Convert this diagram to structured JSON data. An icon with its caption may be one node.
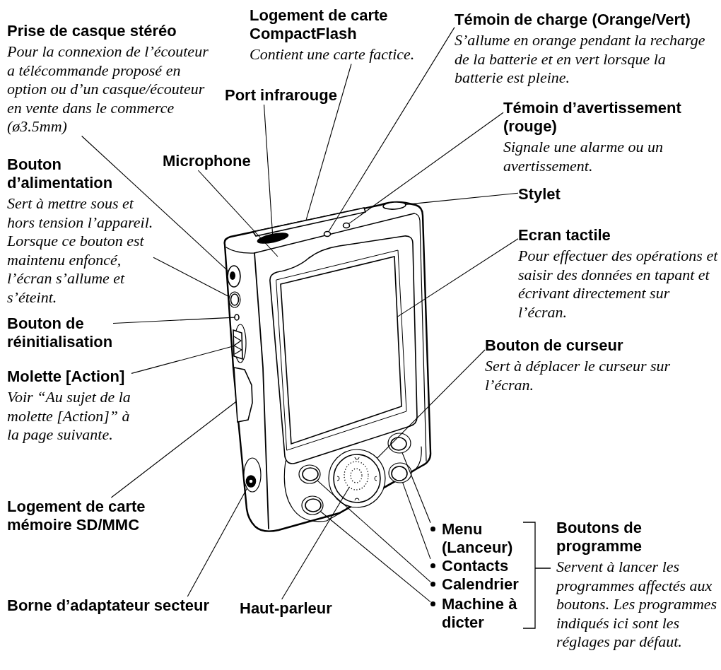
{
  "diagram": {
    "nodes": [
      {
        "text": [
          "Logement de carte CompactFlash",
          "Contient une carte factice."
        ]
      },
      {
        "text": [
          "Témoin de charge (Orange/Vert)",
          "S’allume en orange pendant la recharge de la batterie et en vert lorsque la batterie est pleine."
        ]
      },
      {
        "text": [
          "Prise de casque stéréo",
          "Pour la connexion de l’écouteur a télécommande proposé en option ou d’un casque/écouteur en vente dans le commerce (ø3.5mm)"
        ]
      },
      {
        "text": [
          "Port infrarouge"
        ]
      },
      {
        "text": [
          "Témoin d’avertissement (rouge)",
          "Signale une alarme ou un avertissement."
        ]
      },
      {
        "text": [
          "Bouton d’alimentation",
          "Sert à mettre sous et hors tension l’appareil. Lorsque ce bouton est maintenu enfoncé, l’écran s’allume et s’éteint."
        ]
      },
      {
        "text": [
          "Microphone"
        ]
      },
      {
        "text": [
          "Stylet"
        ]
      },
      {
        "text": [
          "Ecran tactile",
          "Pour effectuer des opérations et saisir des données en tapant et écrivant directement sur l’écran."
        ]
      },
      {
        "text": [
          "Bouton de réinitialisation"
        ]
      },
      {
        "text": [
          "Molette [Action]",
          "Voir “Au sujet de la molette [Action]” à la page suivante."
        ]
      },
      {
        "text": [
          "Bouton de curseur",
          "Sert à déplacer le curseur sur l’écran."
        ]
      },
      {
        "text": [
          "Logement de carte mémoire SD/MMC"
        ]
      },
      {
        "text": [
          "Menu (Lanceur)"
        ]
      },
      {
        "text": [
          "Boutons de programme",
          "Servent à lancer les programmes affectés aux boutons. Les programmes indiqués ici sont les réglages par défaut."
        ]
      },
      {
        "text": [
          "Contacts"
        ]
      },
      {
        "text": [
          "Calendrier"
        ]
      },
      {
        "text": [
          "Machine à dicter"
        ]
      },
      {
        "text": [
          "Borne d’adaptateur secteur"
        ]
      },
      {
        "text": [
          "Haut-parleur"
        ]
      },
      {
        "text": [],
        "shape": "bar"
      },
      {
        "text": [],
        "shape": "circle"
      },
      {
        "text": [],
        "shape": "circle"
      },
      {
        "text": [],
        "shape": "circle"
      },
      {
        "text": [],
        "shape": "circle"
      },
      {
        "text": [],
        "shape": "circle"
      },
      {
        "text": [],
        "shape": "circle"
      },
      {
        "text": [],
        "shape": "box"
      },
      {
        "text": [],
        "shape": "circle"
      },
      {
        "text": [],
        "shape": "box"
      },
      {
        "text": [],
        "shape": "circle"
      },
      {
        "text": [],
        "shape": "box"
      },
      {
        "text": [],
        "shape": "circle"
      },
      {
        "text": [],
        "shape": "circle"
      },
      {
        "text": [],
        "shape": "circle"
      },
      {
        "text": [],
        "shape": "circle"
      },
      {
        "text": [],
        "shape": "circle"
      },
      {
        "text": [],
        "shape": "circle",
        "in": 30
      }
    ],
    "edges": [
      {
        "from": 0,
        "to": 20,
        "arrow": "none"
      },
      {
        "from": 1,
        "to": 21,
        "arrow": "none"
      },
      {
        "from": 2,
        "to": 22,
        "arrow": "none"
      },
      {
        "from": 3,
        "to": 23,
        "arrow": "none"
      },
      {
        "from": 4,
        "to": 24,
        "arrow": "none"
      },
      {
        "from": 5,
        "to": 25,
        "arrow": "none"
      },
      {
        "from": 6,
        "to": null,
        "arrow": "none"
      },
      {
        "from": 7,
        "to": 26,
        "arrow": "none"
      },
      {
        "from": 8,
        "to": 27,
        "arrow": "none"
      },
      {
        "from": 9,
        "to": 28,
        "arrow": "none"
      },
      {
        "from": 10,
        "to": 29,
        "arrow": "none"
      },
      {
        "from": 11,
        "to": 30,
        "arrow": "none"
      },
      {
        "from": 12,
        "to": 31,
        "arrow": "none"
      },
      {
        "from": 13,
        "to": 32,
        "arrow": "none"
      },
      {
        "from": 15,
        "to": 33,
        "arrow": "none"
      },
      {
        "from": 16,
        "to": 34,
        "arrow": "none"
      },
      {
        "from": 17,
        "to": 35,
        "arrow": "none"
      },
      {
        "from": 18,
        "to": 36,
        "arrow": "none"
      },
      {
        "from": 19,
        "to": 37,
        "arrow": "none"
      }
    ]
  }
}
